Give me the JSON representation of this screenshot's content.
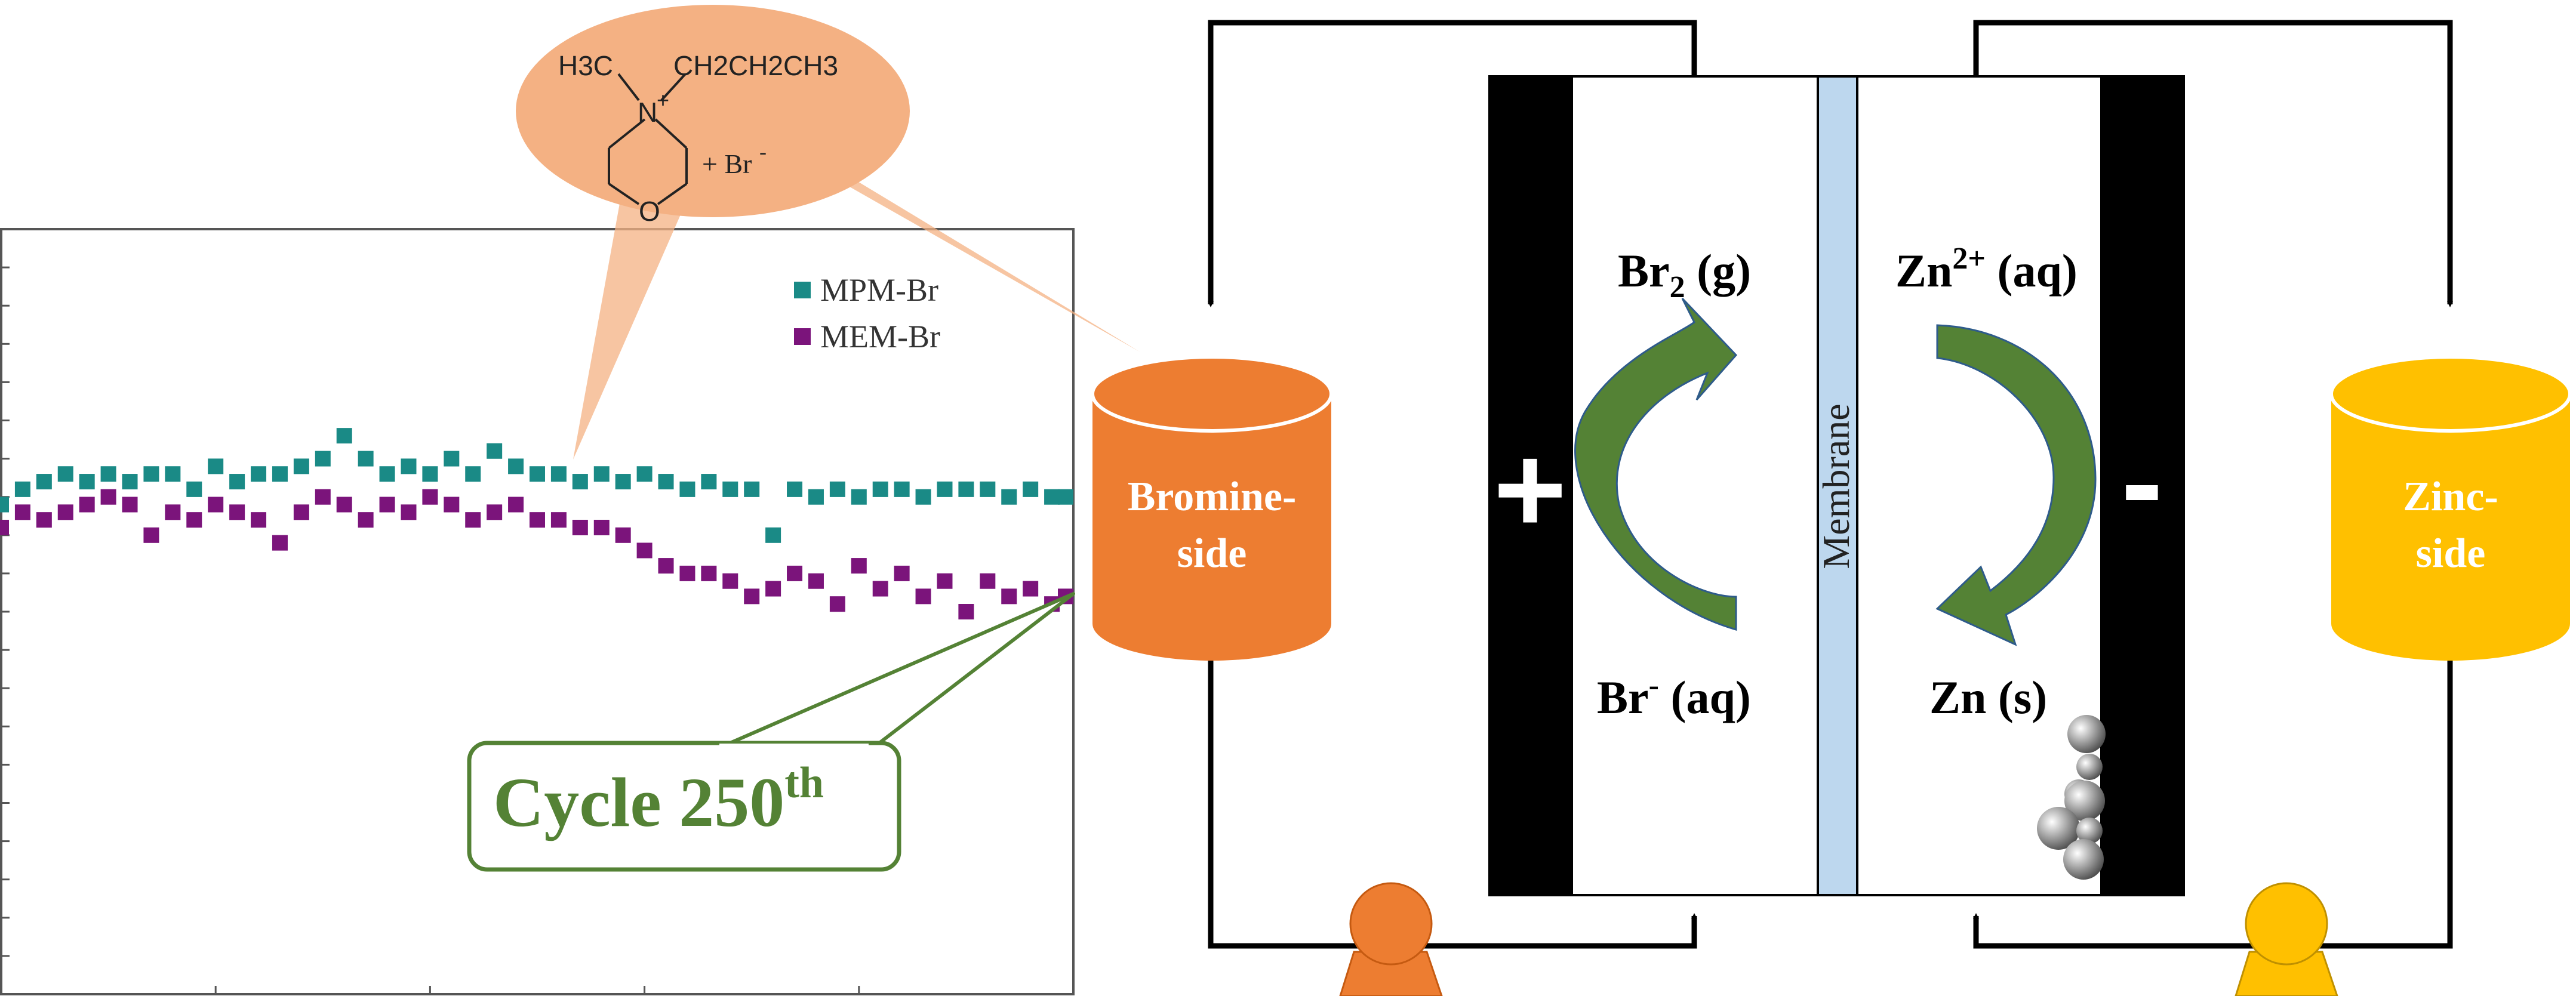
{
  "molecule": {
    "methyl": "H3C",
    "propyl": "CH2CH2CH3",
    "nitrogen": "N",
    "nitrogen_charge": "+",
    "oxygen": "O",
    "counter_ion": "+ Br",
    "counter_ion_charge": "-"
  },
  "chart_data": {
    "type": "scatter",
    "title": "",
    "xlabel": "",
    "ylabel": "",
    "xlim": [
      0,
      250
    ],
    "ylim": [
      0,
      1
    ],
    "legend_position": "top-right",
    "series": [
      {
        "name": "MPM-Br",
        "color": "#1a8a86",
        "values": [
          [
            0,
            0.64
          ],
          [
            5,
            0.66
          ],
          [
            10,
            0.67
          ],
          [
            15,
            0.68
          ],
          [
            20,
            0.67
          ],
          [
            25,
            0.68
          ],
          [
            30,
            0.67
          ],
          [
            35,
            0.68
          ],
          [
            40,
            0.68
          ],
          [
            45,
            0.66
          ],
          [
            50,
            0.69
          ],
          [
            55,
            0.67
          ],
          [
            60,
            0.68
          ],
          [
            65,
            0.68
          ],
          [
            70,
            0.69
          ],
          [
            75,
            0.7
          ],
          [
            80,
            0.73
          ],
          [
            85,
            0.7
          ],
          [
            90,
            0.68
          ],
          [
            95,
            0.69
          ],
          [
            100,
            0.68
          ],
          [
            105,
            0.7
          ],
          [
            110,
            0.68
          ],
          [
            115,
            0.71
          ],
          [
            120,
            0.69
          ],
          [
            125,
            0.68
          ],
          [
            130,
            0.68
          ],
          [
            135,
            0.67
          ],
          [
            140,
            0.68
          ],
          [
            145,
            0.67
          ],
          [
            150,
            0.68
          ],
          [
            155,
            0.67
          ],
          [
            160,
            0.66
          ],
          [
            165,
            0.67
          ],
          [
            170,
            0.66
          ],
          [
            175,
            0.66
          ],
          [
            180,
            0.6
          ],
          [
            185,
            0.66
          ],
          [
            190,
            0.65
          ],
          [
            195,
            0.66
          ],
          [
            200,
            0.65
          ],
          [
            205,
            0.66
          ],
          [
            210,
            0.66
          ],
          [
            215,
            0.65
          ],
          [
            220,
            0.66
          ],
          [
            225,
            0.66
          ],
          [
            230,
            0.66
          ],
          [
            235,
            0.65
          ],
          [
            240,
            0.66
          ],
          [
            245,
            0.65
          ],
          [
            250,
            0.65
          ]
        ]
      },
      {
        "name": "MEM-Br",
        "color": "#7b147b",
        "values": [
          [
            0,
            0.61
          ],
          [
            5,
            0.63
          ],
          [
            10,
            0.62
          ],
          [
            15,
            0.63
          ],
          [
            20,
            0.64
          ],
          [
            25,
            0.65
          ],
          [
            30,
            0.64
          ],
          [
            35,
            0.6
          ],
          [
            40,
            0.63
          ],
          [
            45,
            0.62
          ],
          [
            50,
            0.64
          ],
          [
            55,
            0.63
          ],
          [
            60,
            0.62
          ],
          [
            65,
            0.59
          ],
          [
            70,
            0.63
          ],
          [
            75,
            0.65
          ],
          [
            80,
            0.64
          ],
          [
            85,
            0.62
          ],
          [
            90,
            0.64
          ],
          [
            95,
            0.63
          ],
          [
            100,
            0.65
          ],
          [
            105,
            0.64
          ],
          [
            110,
            0.62
          ],
          [
            115,
            0.63
          ],
          [
            120,
            0.64
          ],
          [
            125,
            0.62
          ],
          [
            130,
            0.62
          ],
          [
            135,
            0.61
          ],
          [
            140,
            0.61
          ],
          [
            145,
            0.6
          ],
          [
            150,
            0.58
          ],
          [
            155,
            0.56
          ],
          [
            160,
            0.55
          ],
          [
            165,
            0.55
          ],
          [
            170,
            0.54
          ],
          [
            175,
            0.52
          ],
          [
            180,
            0.53
          ],
          [
            185,
            0.55
          ],
          [
            190,
            0.54
          ],
          [
            195,
            0.51
          ],
          [
            200,
            0.56
          ],
          [
            205,
            0.53
          ],
          [
            210,
            0.55
          ],
          [
            215,
            0.52
          ],
          [
            220,
            0.54
          ],
          [
            225,
            0.5
          ],
          [
            230,
            0.54
          ],
          [
            235,
            0.52
          ],
          [
            240,
            0.53
          ],
          [
            245,
            0.51
          ],
          [
            250,
            0.52
          ]
        ]
      }
    ]
  },
  "callout": {
    "label": "Cycle 250",
    "superscript": "th"
  },
  "tanks": {
    "bromine_line1": "Bromine-",
    "bromine_line2": "side",
    "zinc_line1": "Zinc-",
    "zinc_line2": "side"
  },
  "cell": {
    "membrane_label": "Membrane",
    "positive_sign": "+",
    "negative_sign": "-",
    "br2_main": "Br",
    "br2_sub": "2",
    "br2_phase": " (g)",
    "br_minus_main": "Br",
    "br_minus_sup": "-",
    "br_minus_phase": " (aq)",
    "zn2_main": "Zn",
    "zn2_sup": "2+",
    "zn2_phase": " (aq)",
    "zn_main": "Zn",
    "zn_phase": " (s)"
  },
  "colors": {
    "mpm": "#1a8a86",
    "mem": "#7b147b",
    "bromine_tank": "#ed7d31",
    "zinc_tank": "#ffc000",
    "molecule_bubble": "#f4b183",
    "arrow_green": "#507e32",
    "callout_green": "#548235",
    "membrane": "#bdd7ee",
    "electrode": "#000000"
  }
}
